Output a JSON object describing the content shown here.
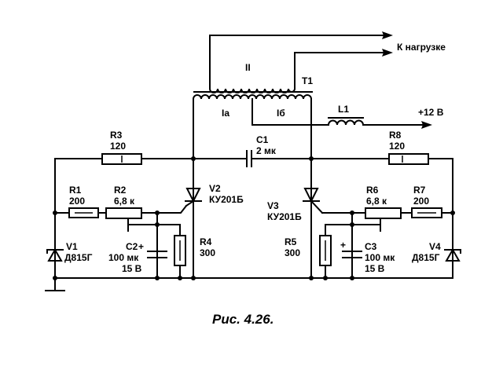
{
  "figure": {
    "caption": "Рис. 4.26.",
    "output_label": "К нагрузке",
    "supply_label": "+12 В",
    "transformer": {
      "ref": "T1",
      "secondary": "II",
      "primary_a": "Ia",
      "primary_b": "Iб"
    },
    "choke": {
      "ref": "L1"
    },
    "components": {
      "R1": {
        "ref": "R1",
        "value": "200"
      },
      "R2": {
        "ref": "R2",
        "value": "6,8 к"
      },
      "R3": {
        "ref": "R3",
        "value": "120"
      },
      "R4": {
        "ref": "R4",
        "value": "300"
      },
      "R5": {
        "ref": "R5",
        "value": "300"
      },
      "R6": {
        "ref": "R6",
        "value": "6,8 к"
      },
      "R7": {
        "ref": "R7",
        "value": "200"
      },
      "R8": {
        "ref": "R8",
        "value": "120"
      },
      "C1": {
        "ref": "C1",
        "value": "2 мк"
      },
      "C2": {
        "ref": "C2",
        "value": "100 мк",
        "voltage": "15 В",
        "polarity": "+"
      },
      "C3": {
        "ref": "C3",
        "value": "100 мк",
        "voltage": "15 В",
        "polarity": "+"
      },
      "V1": {
        "ref": "V1",
        "type": "Д815Г"
      },
      "V2": {
        "ref": "V2",
        "type": "КУ201Б"
      },
      "V3": {
        "ref": "V3",
        "type": "КУ201Б"
      },
      "V4": {
        "ref": "V4",
        "type": "Д815Г"
      }
    }
  }
}
